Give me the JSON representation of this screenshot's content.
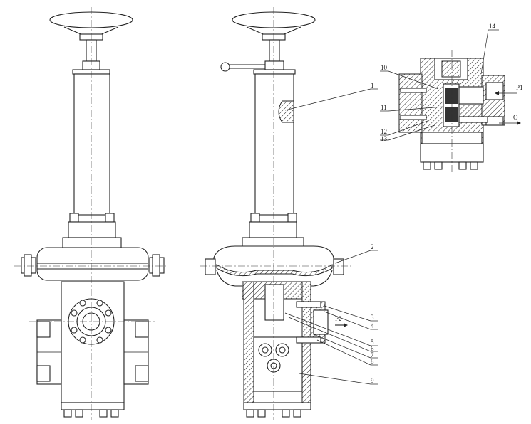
{
  "labels": {
    "l1": "1",
    "l2": "2",
    "l3": "3",
    "l4": "4",
    "l5": "5",
    "l6": "6",
    "l7": "7",
    "l8": "8",
    "l9": "9",
    "l10": "10",
    "l11": "11",
    "l12": "12",
    "l13": "13",
    "l14": "14"
  },
  "ports": {
    "p1": "P1",
    "o": "O",
    "p2": "P2"
  }
}
